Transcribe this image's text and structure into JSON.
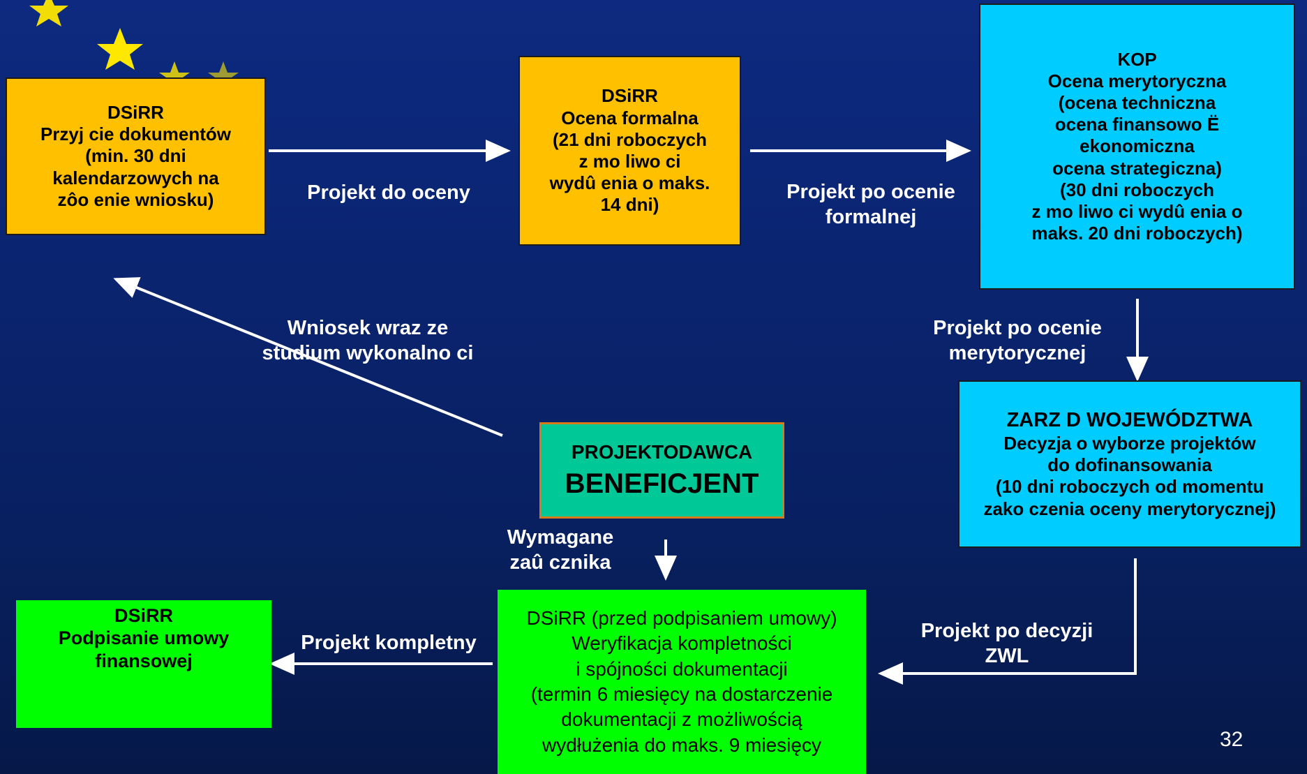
{
  "boxes": {
    "przyjecie": {
      "lines": [
        "DSiRR",
        "Przyj  cie dokumentów",
        "(min. 30 dni",
        "kalendarzowych na",
        "zôo  enie wniosku)"
      ]
    },
    "ocena_formalna": {
      "lines": [
        "DSiRR",
        "Ocena formalna",
        "(21 dni roboczych",
        "z mo  liwo  ci",
        "wydû  enia o maks.",
        "14 dni)"
      ]
    },
    "kop": {
      "lines": [
        "KOP",
        "Ocena merytoryczna",
        "(ocena techniczna",
        "ocena finansowo Ë",
        "ekonomiczna",
        "ocena strategiczna)",
        "(30 dni roboczych",
        "z mo  liwo  ci   wydû  enia o",
        "maks. 20 dni  roboczych)"
      ]
    },
    "zarzad": {
      "lines": [
        "ZARZ   D WOJEWÓDZTWA",
        "Decyzja o wyborze projektów",
        "do dofinansowania",
        "(10 dni roboczych od momentu",
        "zako   czenia oceny merytorycznej)"
      ]
    },
    "beneficjent": {
      "line1": "PROJEKTODAWCA",
      "line2": "BENEFICJENT"
    },
    "weryfikacja": {
      "lines": [
        "DSiRR (przed podpisaniem umowy)",
        "Weryfikacja kompletności",
        "i spójności dokumentacji",
        "(termin 6 miesięcy na dostarczenie",
        "dokumentacji z możliwością",
        "wydłużenia do maks. 9 miesięcy"
      ]
    },
    "podpisanie": {
      "lines": [
        "DSiRR",
        "Podpisanie umowy",
        "finansowej"
      ]
    }
  },
  "labels": {
    "do_oceny": "Projekt do oceny",
    "po_formalnej": [
      "Projekt po ocenie",
      "formalnej"
    ],
    "po_merytorycznej": [
      "Projekt po ocenie",
      "merytorycznej"
    ],
    "wniosek": [
      "Wniosek wraz ze",
      "studium wykonalno  ci"
    ],
    "zalaczniki": [
      "Wymagane",
      "zaû cznika"
    ],
    "po_decyzji": [
      "Projekt po decyzji",
      "ZWL"
    ],
    "kompletny": "Projekt kompletny"
  },
  "page_number": "32",
  "colors": {
    "orange": "#ffc000",
    "cyan": "#00ccff",
    "teal": "#00c896",
    "green": "#00ff00",
    "background": "#0a2470",
    "arrow": "#ffffff"
  }
}
